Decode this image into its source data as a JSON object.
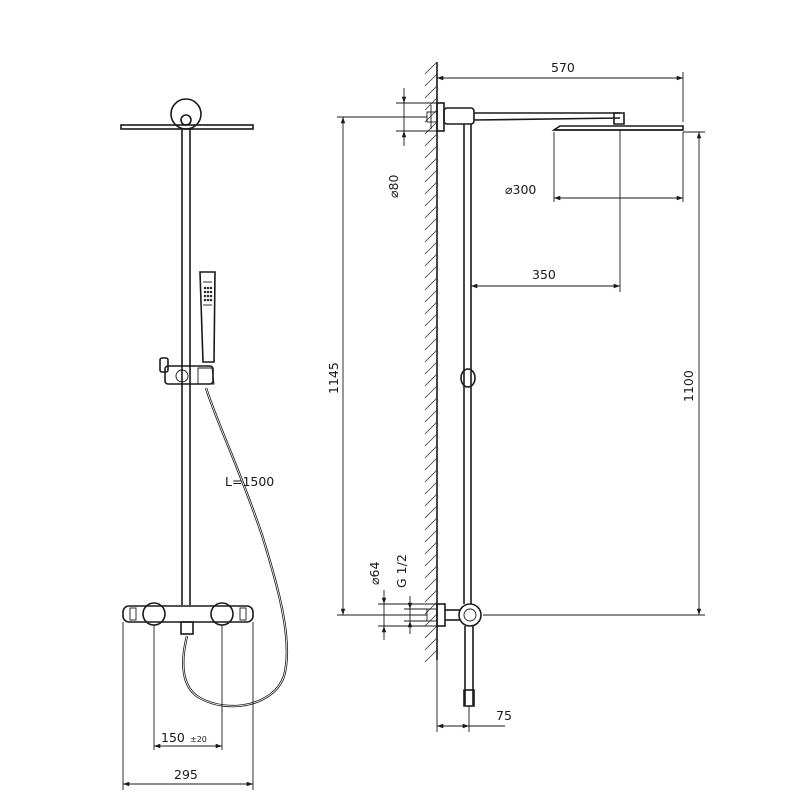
{
  "dimensions": {
    "hose_length": "L=1500",
    "axis_distance": "150",
    "axis_tolerance": "±20",
    "front_width": "295",
    "arm_projection": "570",
    "head_diameter": "⌀300",
    "arm_length": "350",
    "flange_diameter": "⌀80",
    "total_height": "1145",
    "head_height": "1100",
    "escutcheon_diameter": "⌀64",
    "thread_size": "G 1/2",
    "wall_offset": "75"
  }
}
